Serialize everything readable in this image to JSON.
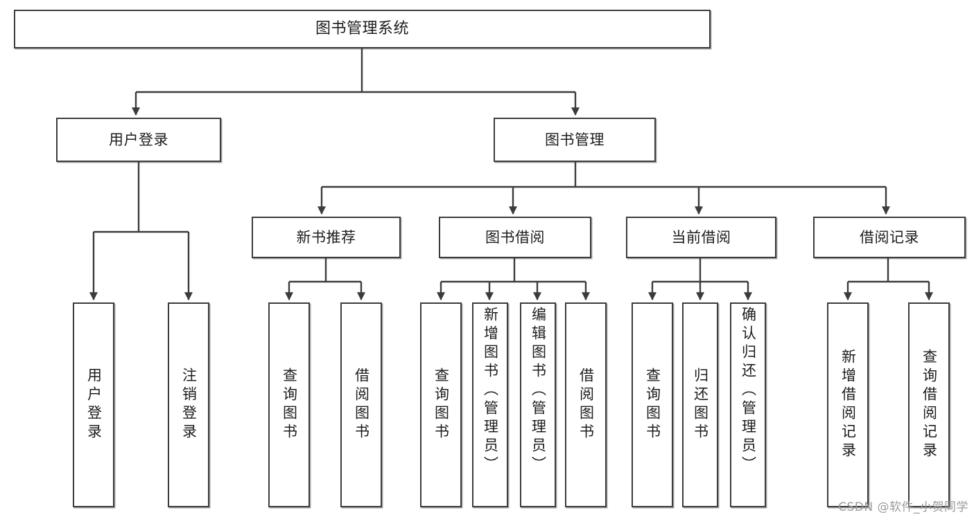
{
  "diagram": {
    "type": "tree",
    "title": "图书管理系统",
    "orientation": "top-down",
    "edge_color": "#3b3b3b",
    "node_border_color": "#3b3b3b",
    "node_fill_color": "#ffffff",
    "text_color": "#1c1c1c"
  },
  "nodes": {
    "root": {
      "label": "图书管理系统",
      "level": 1
    },
    "user_login": {
      "label": "用户登录",
      "level": 2
    },
    "book_manage": {
      "label": "图书管理",
      "level": 2
    },
    "new_book_rec": {
      "label": "新书推荐",
      "level": 3
    },
    "book_borrow": {
      "label": "图书借阅",
      "level": 3
    },
    "current_borrow": {
      "label": "当前借阅",
      "level": 3
    },
    "borrow_record": {
      "label": "借阅记录",
      "level": 3
    },
    "leaf_user_login": {
      "label": "用户登录",
      "level": 3
    },
    "leaf_logout": {
      "label": "注销登录",
      "level": 3
    },
    "leaf_query_book_1": {
      "label": "查询图书",
      "level": 4
    },
    "leaf_borrow_book_1": {
      "label": "借阅图书",
      "level": 4
    },
    "leaf_query_book_2": {
      "label": "查询图书",
      "level": 4
    },
    "leaf_add_book": {
      "label": "新增图书（管理员）",
      "level": 4
    },
    "leaf_edit_book": {
      "label": "编辑图书（管理员）",
      "level": 4
    },
    "leaf_borrow_book_2": {
      "label": "借阅图书",
      "level": 4
    },
    "leaf_query_book_3": {
      "label": "查询图书",
      "level": 4
    },
    "leaf_return_book": {
      "label": "归还图书",
      "level": 4
    },
    "leaf_confirm_return": {
      "label": "确认归还（管理员）",
      "level": 4
    },
    "leaf_add_record": {
      "label": "新增借阅记录",
      "level": 4
    },
    "leaf_query_record": {
      "label": "查询借阅记录",
      "level": 4
    }
  },
  "edges": [
    {
      "from": "root",
      "to": "user_login"
    },
    {
      "from": "root",
      "to": "book_manage"
    },
    {
      "from": "user_login",
      "to": "leaf_user_login"
    },
    {
      "from": "user_login",
      "to": "leaf_logout"
    },
    {
      "from": "book_manage",
      "to": "new_book_rec"
    },
    {
      "from": "book_manage",
      "to": "book_borrow"
    },
    {
      "from": "book_manage",
      "to": "current_borrow"
    },
    {
      "from": "book_manage",
      "to": "borrow_record"
    },
    {
      "from": "new_book_rec",
      "to": "leaf_query_book_1"
    },
    {
      "from": "new_book_rec",
      "to": "leaf_borrow_book_1"
    },
    {
      "from": "book_borrow",
      "to": "leaf_query_book_2"
    },
    {
      "from": "book_borrow",
      "to": "leaf_add_book"
    },
    {
      "from": "book_borrow",
      "to": "leaf_edit_book"
    },
    {
      "from": "book_borrow",
      "to": "leaf_borrow_book_2"
    },
    {
      "from": "current_borrow",
      "to": "leaf_query_book_3"
    },
    {
      "from": "current_borrow",
      "to": "leaf_return_book"
    },
    {
      "from": "current_borrow",
      "to": "leaf_confirm_return"
    },
    {
      "from": "borrow_record",
      "to": "leaf_add_record"
    },
    {
      "from": "borrow_record",
      "to": "leaf_query_record"
    }
  ],
  "watermark": {
    "text": "CSDN @软件_小贺同学"
  }
}
